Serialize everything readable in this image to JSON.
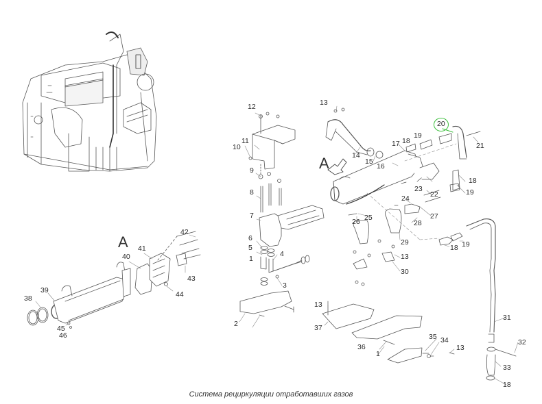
{
  "diagram": {
    "caption": "Система  рециркуляции  отработавших  газов",
    "view_marker": "A",
    "highlighted_callout": "20",
    "highlight_color": "#3cbf3c",
    "callouts": [
      {
        "id": "c1a",
        "text": "1"
      },
      {
        "id": "c2",
        "text": "2"
      },
      {
        "id": "c3",
        "text": "3"
      },
      {
        "id": "c4",
        "text": "4"
      },
      {
        "id": "c5",
        "text": "5"
      },
      {
        "id": "c6",
        "text": "6"
      },
      {
        "id": "c7",
        "text": "7"
      },
      {
        "id": "c8",
        "text": "8"
      },
      {
        "id": "c9",
        "text": "9"
      },
      {
        "id": "c10",
        "text": "10"
      },
      {
        "id": "c11",
        "text": "11"
      },
      {
        "id": "c12",
        "text": "12"
      },
      {
        "id": "c13a",
        "text": "13"
      },
      {
        "id": "c14",
        "text": "14"
      },
      {
        "id": "c15",
        "text": "15"
      },
      {
        "id": "c16",
        "text": "16"
      },
      {
        "id": "c17",
        "text": "17"
      },
      {
        "id": "c18a",
        "text": "18"
      },
      {
        "id": "c19a",
        "text": "19"
      },
      {
        "id": "c20",
        "text": "20"
      },
      {
        "id": "c21",
        "text": "21"
      },
      {
        "id": "c18b",
        "text": "18"
      },
      {
        "id": "c19b",
        "text": "19"
      },
      {
        "id": "c22",
        "text": "22"
      },
      {
        "id": "c23",
        "text": "23"
      },
      {
        "id": "c24",
        "text": "24"
      },
      {
        "id": "c25",
        "text": "25"
      },
      {
        "id": "c26",
        "text": "26"
      },
      {
        "id": "c27",
        "text": "27"
      },
      {
        "id": "c28",
        "text": "28"
      },
      {
        "id": "c29",
        "text": "29"
      },
      {
        "id": "c13b",
        "text": "13"
      },
      {
        "id": "c30",
        "text": "30"
      },
      {
        "id": "c18c",
        "text": "18"
      },
      {
        "id": "c19c",
        "text": "19"
      },
      {
        "id": "c31",
        "text": "31"
      },
      {
        "id": "c32",
        "text": "32"
      },
      {
        "id": "c33",
        "text": "33"
      },
      {
        "id": "c18d",
        "text": "18"
      },
      {
        "id": "c13c",
        "text": "13"
      },
      {
        "id": "c37",
        "text": "37"
      },
      {
        "id": "c36",
        "text": "36"
      },
      {
        "id": "c1b",
        "text": "1"
      },
      {
        "id": "c35",
        "text": "35"
      },
      {
        "id": "c34",
        "text": "34"
      },
      {
        "id": "c13d",
        "text": "13"
      },
      {
        "id": "c38",
        "text": "38"
      },
      {
        "id": "c39",
        "text": "39"
      },
      {
        "id": "c40",
        "text": "40"
      },
      {
        "id": "c41",
        "text": "41"
      },
      {
        "id": "c42",
        "text": "42"
      },
      {
        "id": "c43",
        "text": "43"
      },
      {
        "id": "c44",
        "text": "44"
      },
      {
        "id": "c45",
        "text": "45"
      },
      {
        "id": "c46",
        "text": "46"
      }
    ]
  }
}
